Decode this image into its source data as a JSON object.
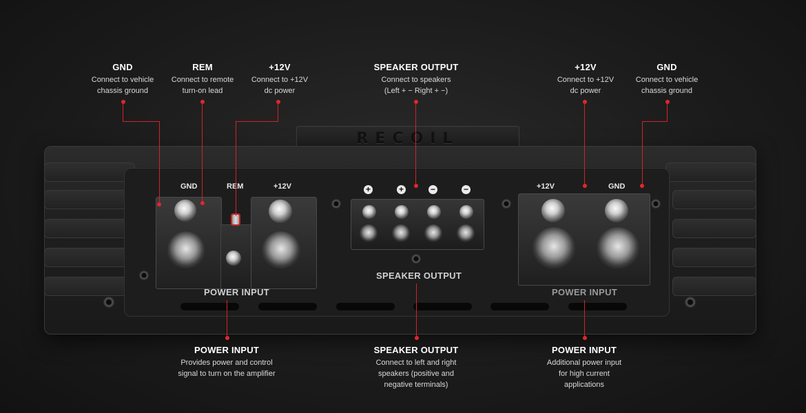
{
  "top_callouts": [
    {
      "title": "GND",
      "desc1": "Connect to vehicle",
      "desc2": "chassis ground"
    },
    {
      "title": "REM",
      "desc1": "Connect to remote",
      "desc2": "turn-on lead"
    },
    {
      "title": "+12V",
      "desc1": "Connect to +12V",
      "desc2": "dc power"
    },
    {
      "title": "SPEAKER OUTPUT",
      "desc1": "Connect to speakers",
      "desc2": "(Left + −  Right + −)"
    },
    {
      "title": "+12V",
      "desc1": "Connect to +12V",
      "desc2": "dc power"
    },
    {
      "title": "GND",
      "desc1": "Connect to vehicle",
      "desc2": "chassis ground"
    }
  ],
  "bottom_callouts": [
    {
      "title": "POWER INPUT",
      "desc1": "Provides power and control",
      "desc2": "signal to turn on the amplifier",
      "desc3": ""
    },
    {
      "title": "SPEAKER OUTPUT",
      "desc1": "Connect to left and right",
      "desc2": "speakers (positive and",
      "desc3": "negative terminals)"
    },
    {
      "title": "POWER INPUT",
      "desc1": "Additional power input",
      "desc2": "for high current",
      "desc3": "applications"
    }
  ],
  "amp": {
    "brand": "RECOIL",
    "left_labels": {
      "gnd": "GND",
      "rem": "REM",
      "v12": "+12V"
    },
    "right_labels": {
      "v12": "+12V",
      "gnd": "GND"
    },
    "speaker_signs": [
      "+",
      "+",
      "−",
      "−"
    ],
    "left_section": "POWER INPUT",
    "middle_section": "SPEAKER OUTPUT",
    "right_section": "POWER INPUT"
  },
  "colors": {
    "accent": "#e3262b",
    "background": "#1c1c1c"
  }
}
